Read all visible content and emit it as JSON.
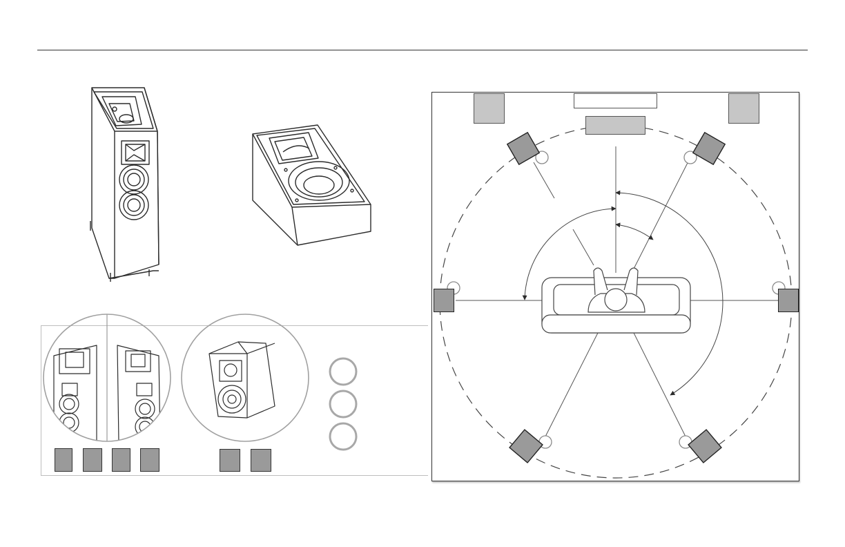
{
  "page": {
    "background": "#ffffff",
    "rule_color": "#333333"
  },
  "colors": {
    "line": "#2b2b2b",
    "speaker_fill": "#9a9a9a",
    "front_fill": "#c6c6c6",
    "center_fill": "#c6c6c6",
    "circle_stroke": "#a8a8a8",
    "panel_border": "#bdbdbd"
  },
  "illustrations": {
    "floorstanding": "floorstanding-speaker-illustration",
    "elevation": "elevation-speaker-illustration",
    "tower_pair_closeup": "tower-with-atmos-closeup",
    "bookshelf_closeup": "surround-bookshelf-closeup"
  },
  "legend": {
    "swatch_groups": [
      {
        "name": "tower-swatches",
        "count": 4
      },
      {
        "name": "surround-swatches",
        "count": 2
      }
    ],
    "ring_markers": 3
  },
  "layout_diagram": {
    "listener": "listener-on-sofa",
    "screen": "screen",
    "center_speaker": "center-speaker",
    "front_speakers": [
      "front-left-speaker",
      "front-right-speaker"
    ],
    "angled_speakers": [
      "upper-left-elevation",
      "upper-right-elevation",
      "rear-left-surround",
      "rear-right-surround"
    ],
    "side_speakers": [
      "side-left-surround",
      "side-right-surround"
    ],
    "listening_circle": "dashed-listening-circle"
  }
}
